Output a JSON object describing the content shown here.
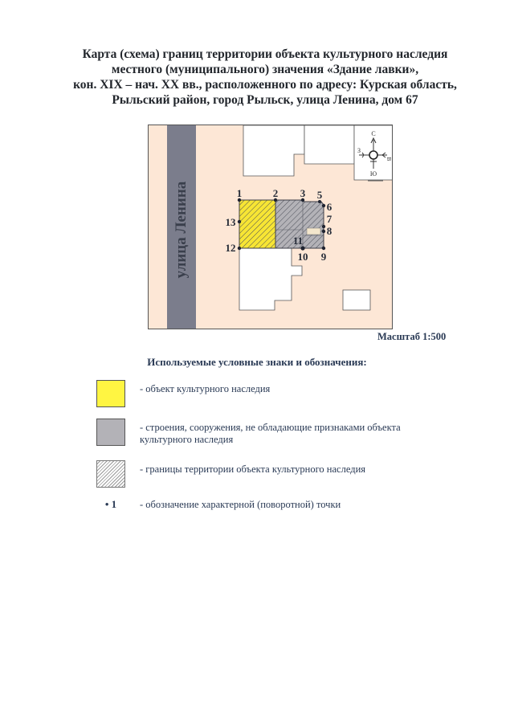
{
  "title": {
    "lines": [
      "Карта (схема) границ территории объекта культурного наследия",
      "местного (муниципального) значения «Здание лавки»,",
      "кон. XIX – нач. XX вв., расположенного по адресу: Курская область,",
      "Рыльский район, город Рыльск, улица Ленина, дом 67"
    ]
  },
  "map": {
    "street_label": "улица Ленина",
    "compass": {
      "north": "С",
      "south": "Ю",
      "west": "З",
      "east": "В"
    },
    "points": [
      "1",
      "2",
      "3",
      "5",
      "6",
      "7",
      "8",
      "9",
      "10",
      "11",
      "12",
      "13"
    ],
    "colors": {
      "background": "#fde7d6",
      "street": "#7b7d8c",
      "heritage_object": "#fff542",
      "other_buildings": "#b3b2b7",
      "existing_buildings": "#ffffff"
    }
  },
  "scale": "Масштаб 1:500",
  "legend": {
    "title": "Используемые условные знаки и обозначения:",
    "items": [
      {
        "symbol": "yellow-square",
        "text": "-  объект культурного наследия"
      },
      {
        "symbol": "gray-square",
        "text": "-  строения, сооружения, не обладающие признаками объекта культурного наследия"
      },
      {
        "symbol": "hatched-square",
        "text": "- границы территории объекта культурного наследия"
      },
      {
        "symbol": "point",
        "symbol_label": "• 1",
        "text": "- обозначение характерной (поворотной) точки"
      }
    ]
  }
}
